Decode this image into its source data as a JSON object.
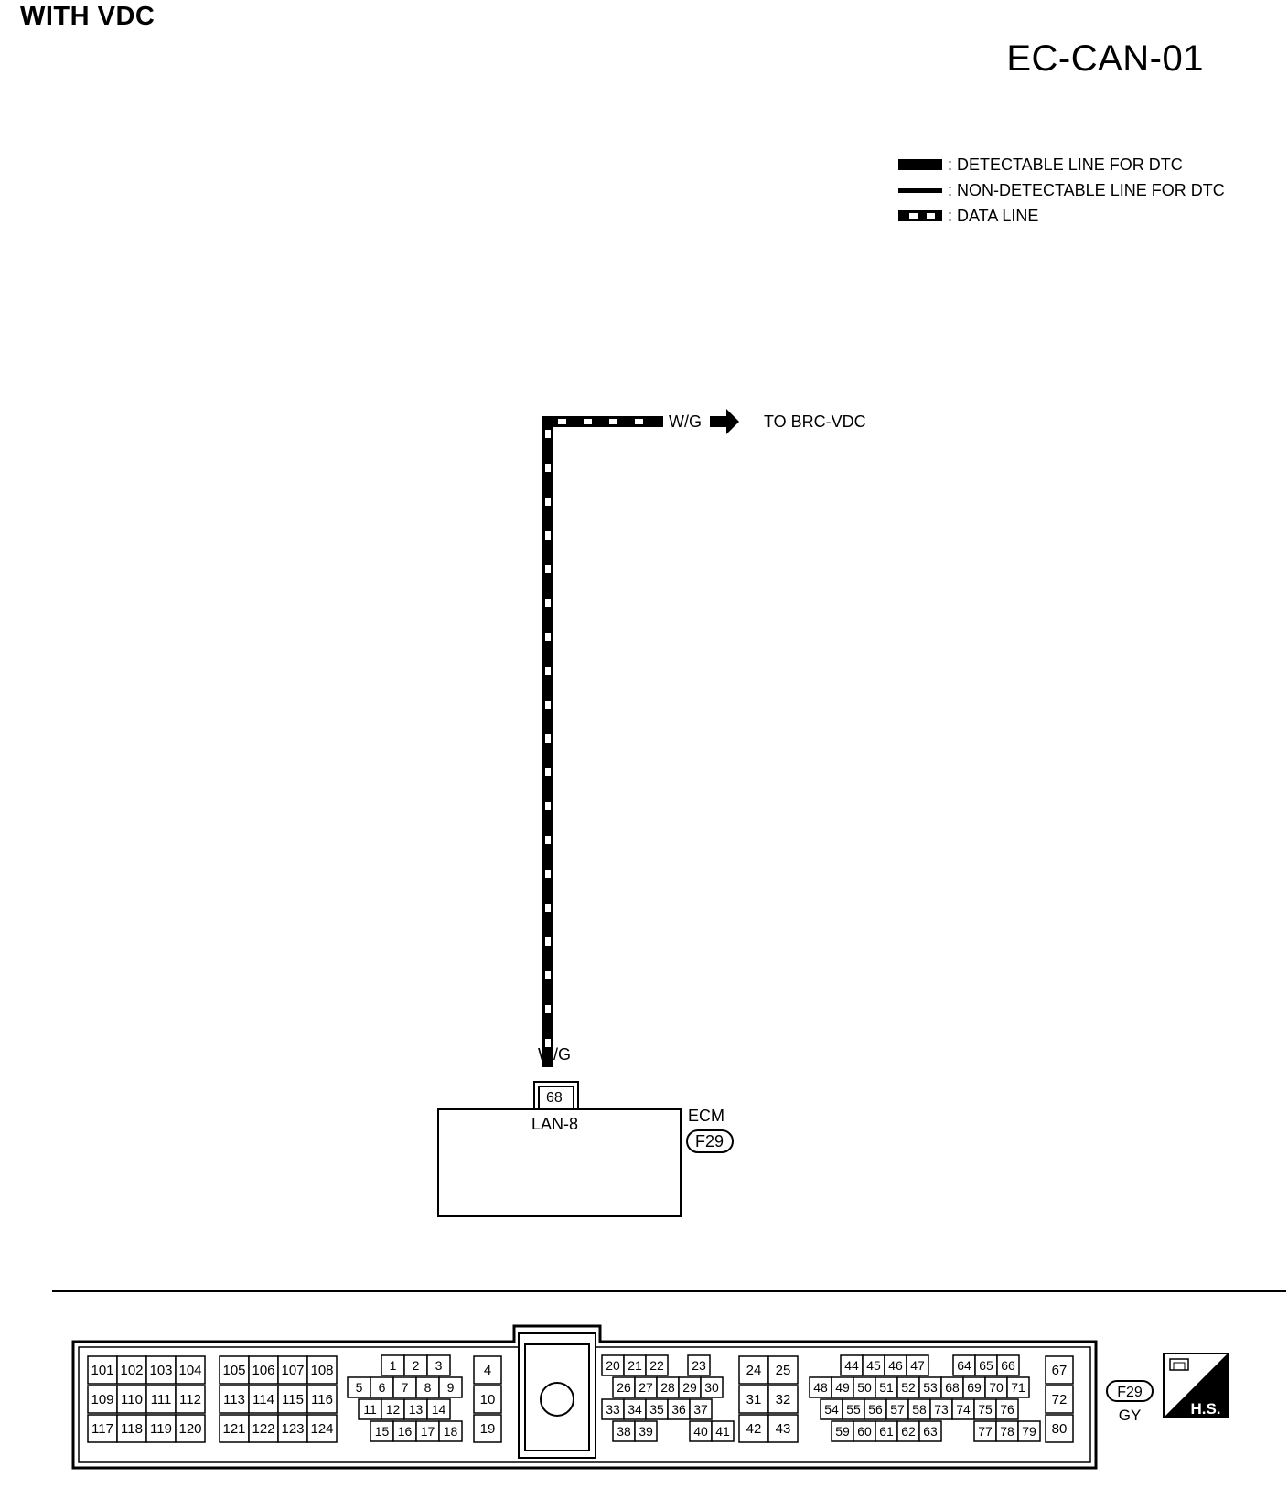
{
  "header": {
    "section_title": "WITH VDC",
    "page_code": "EC-CAN-01"
  },
  "legend": [
    {
      "style": "detectable",
      "label": ": DETECTABLE LINE FOR DTC"
    },
    {
      "style": "non-detectable",
      "label": ": NON-DETECTABLE LINE FOR DTC"
    },
    {
      "style": "data",
      "label": ": DATA LINE"
    }
  ],
  "wiring": {
    "wire_color_top": "W/G",
    "destination": "TO BRC-VDC",
    "wire_color_bottom": "W/G",
    "terminal_number": "68",
    "terminal_name": "LAN-8",
    "component": "ECM",
    "connector_id": "F29"
  },
  "connector_view": {
    "connector_id": "F29",
    "connector_color": "GY",
    "badge": "H.S.",
    "blocks": [
      {
        "rows": [
          [
            "101",
            "102",
            "103",
            "104"
          ],
          [
            "109",
            "110",
            "111",
            "112"
          ],
          [
            "117",
            "118",
            "119",
            "120"
          ]
        ]
      },
      {
        "rows": [
          [
            "105",
            "106",
            "107",
            "108"
          ],
          [
            "113",
            "114",
            "115",
            "116"
          ],
          [
            "121",
            "122",
            "123",
            "124"
          ]
        ]
      },
      {
        "rows": [
          [
            "1",
            "2",
            "3"
          ],
          [
            "5",
            "6",
            "7",
            "8",
            "9"
          ],
          [
            "11",
            "12",
            "13",
            "14"
          ],
          [
            "15",
            "16",
            "17",
            "18"
          ]
        ]
      },
      {
        "rows": [
          [
            "4"
          ],
          [
            "10"
          ],
          [
            "19"
          ]
        ]
      },
      {
        "rows": [
          [
            "20",
            "21",
            "22",
            "23"
          ],
          [
            "26",
            "27",
            "28",
            "29",
            "30"
          ],
          [
            "33",
            "34",
            "35",
            "36",
            "37"
          ],
          [
            "38",
            "39",
            "40",
            "41"
          ]
        ]
      },
      {
        "rows": [
          [
            "24",
            "25"
          ],
          [
            "31",
            "32"
          ],
          [
            "42",
            "43"
          ]
        ]
      },
      {
        "rows": [
          [
            "44",
            "45",
            "46",
            "47",
            "64",
            "65",
            "66"
          ],
          [
            "48",
            "49",
            "50",
            "51",
            "52",
            "53",
            "68",
            "69",
            "70",
            "71"
          ],
          [
            "54",
            "55",
            "56",
            "57",
            "58",
            "73",
            "74",
            "75",
            "76"
          ],
          [
            "59",
            "60",
            "61",
            "62",
            "63",
            "77",
            "78",
            "79"
          ]
        ]
      },
      {
        "rows": [
          [
            "67"
          ],
          [
            "72"
          ],
          [
            "80"
          ]
        ]
      }
    ]
  }
}
